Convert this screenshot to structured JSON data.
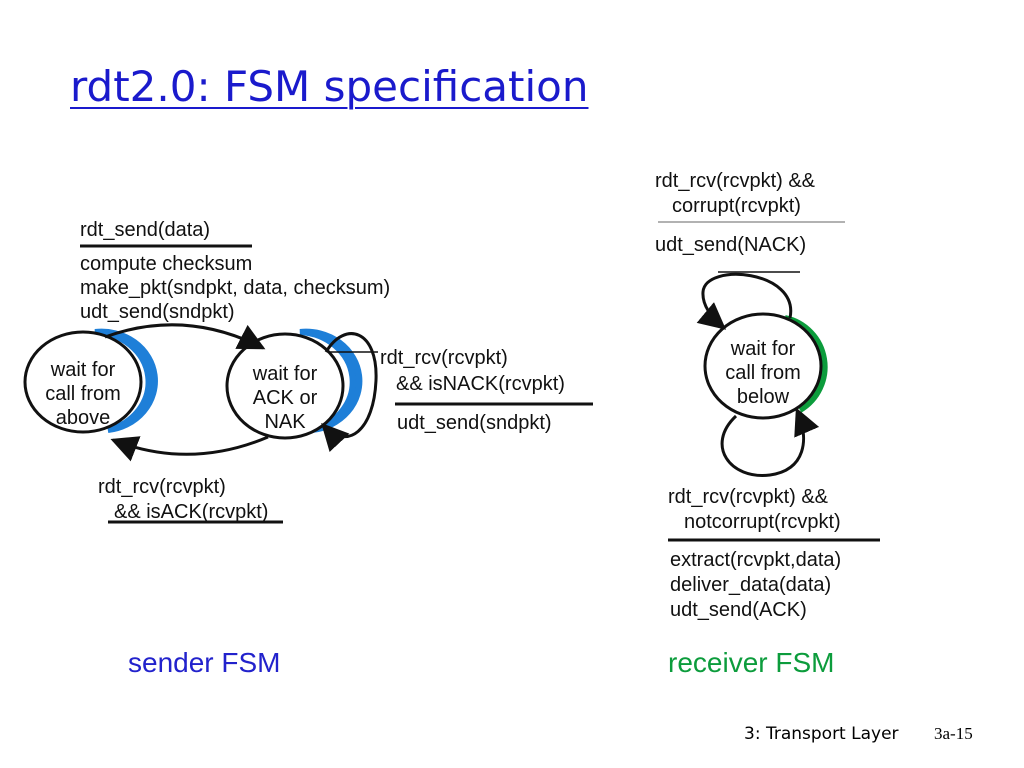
{
  "title": "rdt2.0: FSM specification",
  "colors": {
    "title": "#1a1acc",
    "sender_accent": "#1e7fd8",
    "receiver_accent": "#0c9c3c",
    "sender_caption": "#2222cc",
    "receiver_caption": "#0c9c3c"
  },
  "sender": {
    "states": {
      "wait_call_above": [
        "wait for",
        "call from",
        "above"
      ],
      "wait_ack_nak": [
        "wait for",
        "ACK or",
        "NAK"
      ]
    },
    "send_transition": {
      "event": "rdt_send(data)",
      "actions": [
        "compute checksum",
        "make_pkt(sndpkt, data, checksum)",
        "udt_send(sndpkt)"
      ]
    },
    "nak_transition": {
      "event": [
        "rdt_rcv(rcvpkt)",
        "&& isNACK(rcvpkt)"
      ],
      "action": "udt_send(sndpkt)"
    },
    "ack_transition": {
      "event": [
        "rdt_rcv(rcvpkt)",
        "&& isACK(rcvpkt)"
      ]
    },
    "caption": "sender FSM"
  },
  "receiver": {
    "state": [
      "wait for",
      "call from",
      "below"
    ],
    "corrupt_transition": {
      "event": [
        "rdt_rcv(rcvpkt) &&",
        "corrupt(rcvpkt)"
      ],
      "action": "udt_send(NACK)"
    },
    "ok_transition": {
      "event": [
        "rdt_rcv(rcvpkt) &&",
        "notcorrupt(rcvpkt)"
      ],
      "actions": [
        "extract(rcvpkt,data)",
        "deliver_data(data)",
        "udt_send(ACK)"
      ]
    },
    "caption": "receiver FSM"
  },
  "footer": {
    "chapter": "3: Transport Layer",
    "page": "3a-15"
  }
}
